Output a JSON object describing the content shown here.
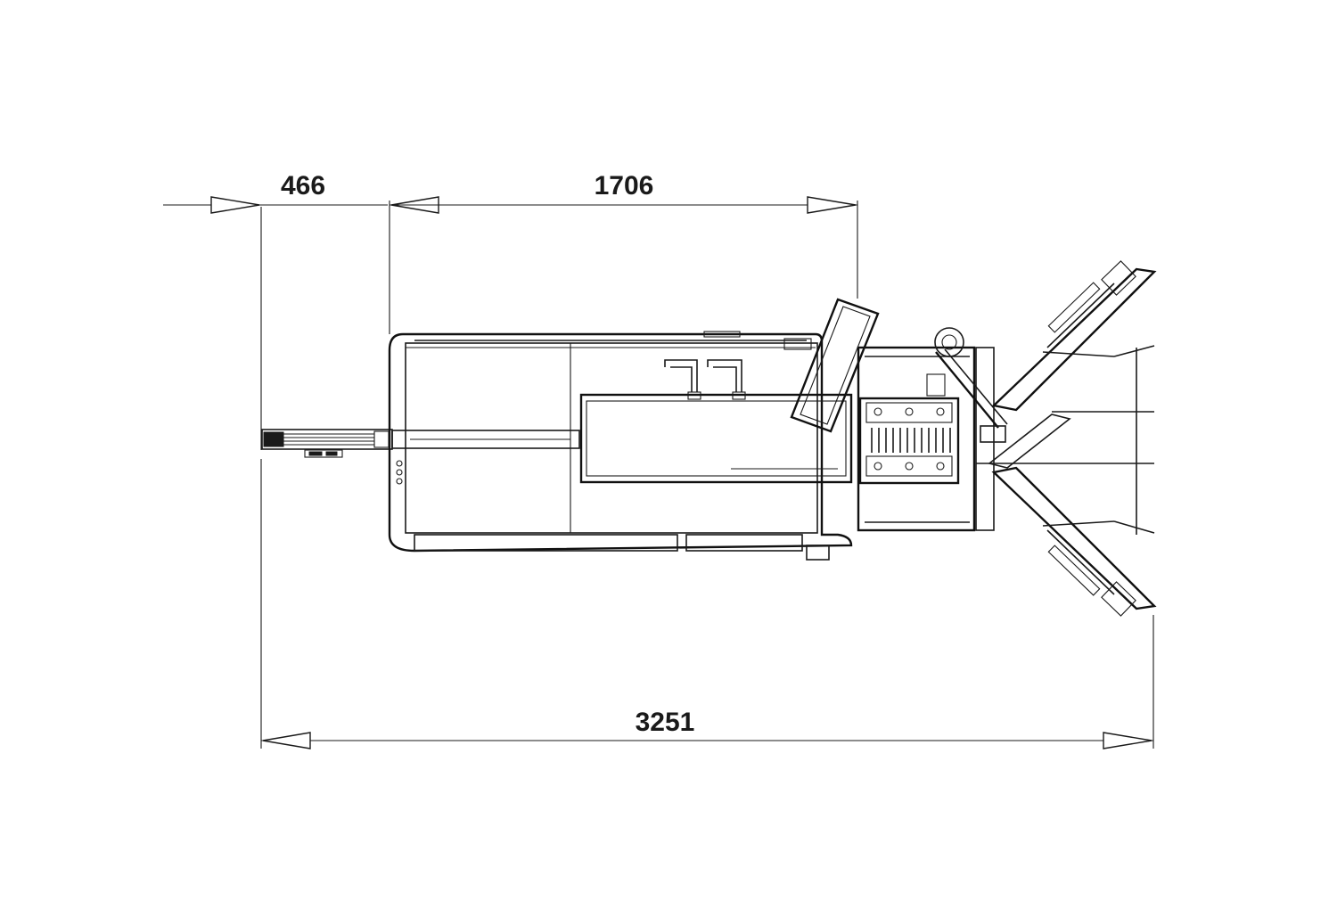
{
  "dimensions": {
    "left_offset": "466",
    "middle_length": "1706",
    "overall_length": "3251"
  }
}
